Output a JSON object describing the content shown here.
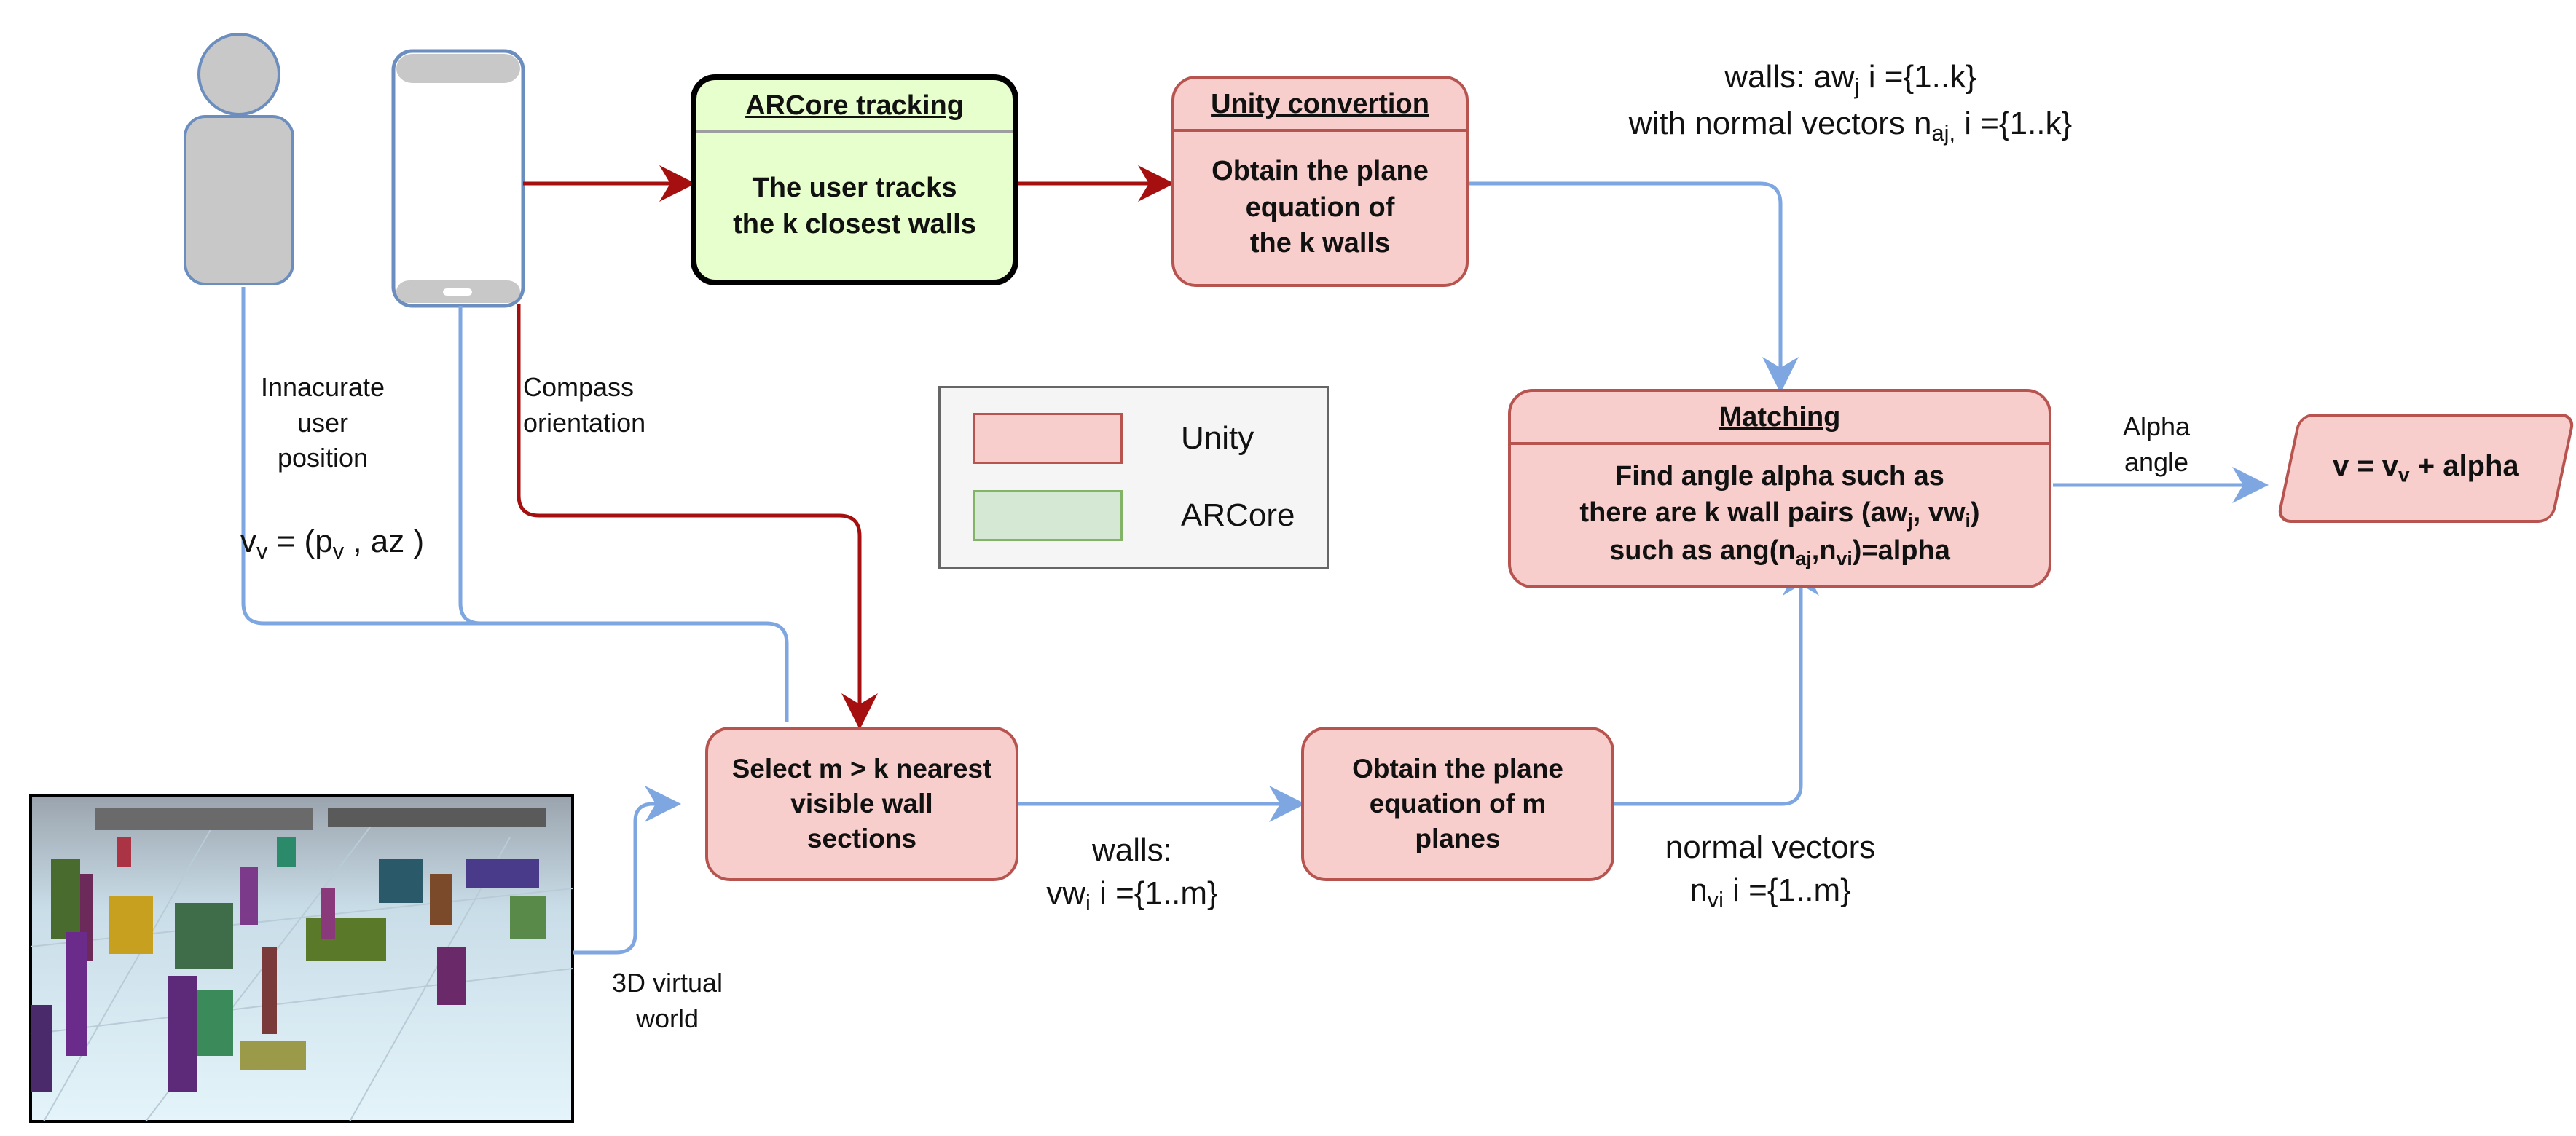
{
  "colors": {
    "unity_fill": "#f8cecc",
    "unity_stroke": "#b85450",
    "arcore_fill": "#e6ffcc",
    "arcore_legend_fill": "#d5e8d4",
    "arcore_legend_stroke": "#82b366",
    "arrow_red": "#a50f0f",
    "arrow_blue": "#7ea6e0",
    "person_fill": "#c8c8c8",
    "person_stroke": "#6c8ebf"
  },
  "icons": [
    "user-figure-icon",
    "smartphone-icon",
    "virtual-world-image"
  ],
  "nodes": {
    "arcore": {
      "header": "ARCore tracking",
      "body": [
        "The user tracks",
        "the k closest walls"
      ]
    },
    "unity_conv": {
      "header": "Unity convertion",
      "body": [
        "Obtain the plane",
        "equation of",
        "the k walls"
      ]
    },
    "matching": {
      "header": "Matching",
      "body_l1": "Find angle alpha such as",
      "body_l2a": "there are k wall pairs (aw",
      "body_l2_sub1": "j",
      "body_l2b": ", vw",
      "body_l2_sub2": "i",
      "body_l2c": ")",
      "body_l3a": "such as ang(n",
      "body_l3_sub1": "aj",
      "body_l3b": ",n",
      "body_l3_sub2": "vi",
      "body_l3c": ")=alpha"
    },
    "select": {
      "body": [
        "Select m > k nearest",
        "visible wall",
        "sections"
      ]
    },
    "plane_m": {
      "body": [
        "Obtain the plane",
        "equation of m",
        "planes"
      ]
    },
    "result": {
      "text_a": "v = v",
      "text_sub": "v",
      "text_b": " + alpha"
    }
  },
  "labels": {
    "walls_top_l1a": "walls: aw",
    "walls_top_l1_sub": "j",
    "walls_top_l1b": " i ={1..k}",
    "walls_top_l2a": "with normal vectors n",
    "walls_top_l2_sub": "aj,",
    "walls_top_l2b": "  i ={1..k}",
    "innacurate": [
      "Innacurate",
      "user",
      "position"
    ],
    "vv_a": "v",
    "vv_sub1": "v",
    "vv_b": " = (p",
    "vv_sub2": "v",
    "vv_c": " , az )",
    "compass": [
      "Compass",
      "orientation"
    ],
    "alpha": [
      "Alpha",
      "angle"
    ],
    "walls_bottom_l1": "walls:",
    "walls_bottom_l2a": "vw",
    "walls_bottom_l2_sub": "i",
    "walls_bottom_l2b": " i ={1..m}",
    "normal_l1": "normal vectors",
    "normal_l2a": "n",
    "normal_l2_sub": "vi",
    "normal_l2b": " i ={1..m}",
    "virtual": [
      "3D virtual",
      "world"
    ]
  },
  "legend": {
    "unity": "Unity",
    "arcore": "ARCore"
  }
}
